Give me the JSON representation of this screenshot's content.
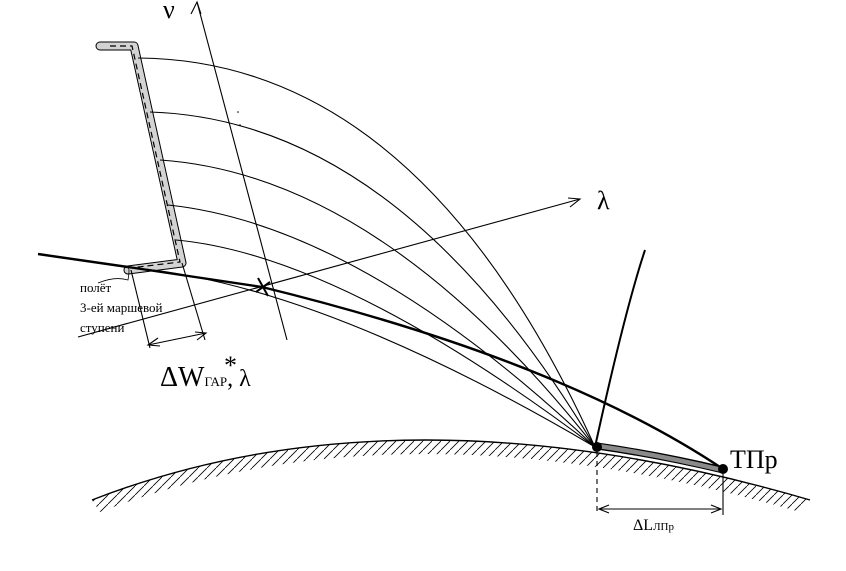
{
  "labels": {
    "nu_axis": "ν",
    "lambda_axis": "λ",
    "flight_line1": "полёт",
    "flight_line2": "3-ей маршевой",
    "flight_line3": "ступени",
    "dw_main": "ΔW",
    "dw_star": "*",
    "dw_sub": "ГАР",
    "dw_tail": ", λ",
    "target_main": "ТПр",
    "dl_main": "ΔL",
    "dl_sub": "ЛПр"
  },
  "colors": {
    "line": "#000000",
    "band_fill": "#d3d3d3",
    "target_band": "#8a8a8a"
  }
}
